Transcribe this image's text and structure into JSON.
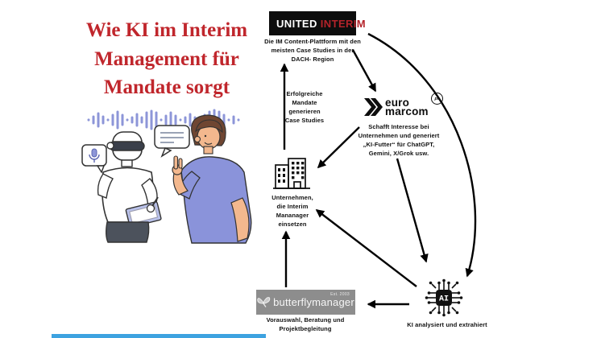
{
  "title": {
    "lines": [
      "Wie KI im Interim",
      "Management für",
      "Mandate sorgt"
    ],
    "color": "#c0262c"
  },
  "nodes": {
    "united_interim": {
      "brand_first": "UNITED",
      "brand_second": "INTERIM",
      "brand_red": "#b4232a",
      "caption_lines": [
        "Die IM Content-Plattform mit den",
        "meisten Case Studies in der",
        "DACH- Region"
      ]
    },
    "flow_label": {
      "lines": [
        "Erfolgreiche",
        "Mandate",
        "generieren",
        "Case Studies"
      ]
    },
    "euro_marcom": {
      "brand_first": "euro",
      "brand_second": "marcom",
      "superscript": "pr",
      "caption_lines": [
        "Schafft Interesse bei",
        "Unternehmen und generiert",
        "„KI-Futter“ für ChatGPT,",
        "Gemini, X/Grok usw."
      ]
    },
    "companies": {
      "caption_lines": [
        "Unternehmen,",
        "die Interim",
        "Mananager",
        "einsetzen"
      ]
    },
    "butterflymanager": {
      "brand": "butterflymanager",
      "established": "Est. 2003",
      "logo_bg": "#8d8d8d",
      "caption_lines": [
        "Vorauswahl, Beratung und",
        "Projektbegleitung"
      ]
    },
    "ai": {
      "chip_label": "AI",
      "caption": "KI analysiert und extrahiert"
    }
  },
  "footer": {
    "bar_color": "#3da2e0"
  }
}
